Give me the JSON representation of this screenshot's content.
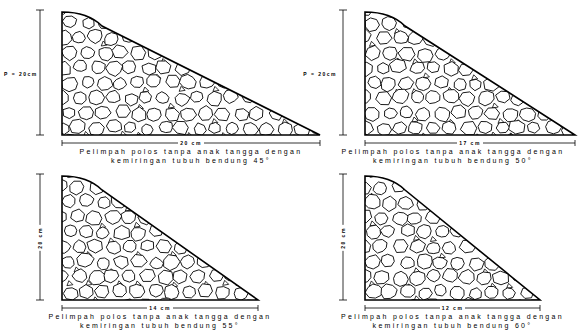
{
  "diagram": {
    "labels": [
      "P = 20cm",
      "20 cm",
      "Pelimpah polos tanpa anak tangga dengan kemiringan tubuh bendung 45°",
      "P = 20cm",
      "17 cm",
      "Pelimpah polos tanpa anak tangga dengan kemiringan tubuh bendung 50°",
      "20 cm",
      "14 cm",
      "Pelimpah polos tanpa anak tangga dengan kemiringan tubuh bendung 55°",
      "20 cm",
      "12 cm",
      "Pelimpah polos tanpa anak tangga dengan kemiringan tubuh bendung 60°"
    ]
  }
}
